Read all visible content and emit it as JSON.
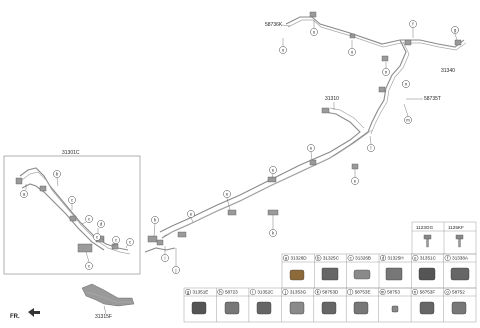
{
  "labels": {
    "l58736K": "58736K",
    "l31340": "31340",
    "l31310": "31310",
    "l58735T": "58735T",
    "l31301C": "31301C",
    "l31315F": "31315F",
    "fr": "FR."
  },
  "parts_table": {
    "top_headers": [
      "1123GG",
      "1125KF"
    ],
    "row1": [
      {
        "letter": "a",
        "code": "31326D"
      },
      {
        "letter": "b",
        "code": "31325C"
      },
      {
        "letter": "c",
        "code": "31326B"
      },
      {
        "letter": "d",
        "code": "31325H"
      },
      {
        "letter": "e",
        "code": "31351C"
      },
      {
        "letter": "f",
        "code": "31338A"
      }
    ],
    "row2": [
      {
        "letter": "g",
        "code": "31351E"
      },
      {
        "letter": "h",
        "code": "58723"
      },
      {
        "letter": "i",
        "code": "31352C"
      },
      {
        "letter": "j",
        "code": "31353G"
      },
      {
        "letter": "k",
        "code": "58753D"
      },
      {
        "letter": "l",
        "code": "58753E"
      },
      {
        "letter": "m",
        "code": "58753"
      },
      {
        "letter": "n",
        "code": "58753F"
      },
      {
        "letter": "o",
        "code": "58752"
      }
    ]
  },
  "callouts": {
    "a": "a",
    "b": "b",
    "c": "c",
    "d": "d",
    "e": "e",
    "f": "f",
    "g": "g",
    "h": "h",
    "i": "i",
    "j": "j",
    "k": "k",
    "l": "l",
    "m": "m",
    "n": "n",
    "o": "o"
  }
}
